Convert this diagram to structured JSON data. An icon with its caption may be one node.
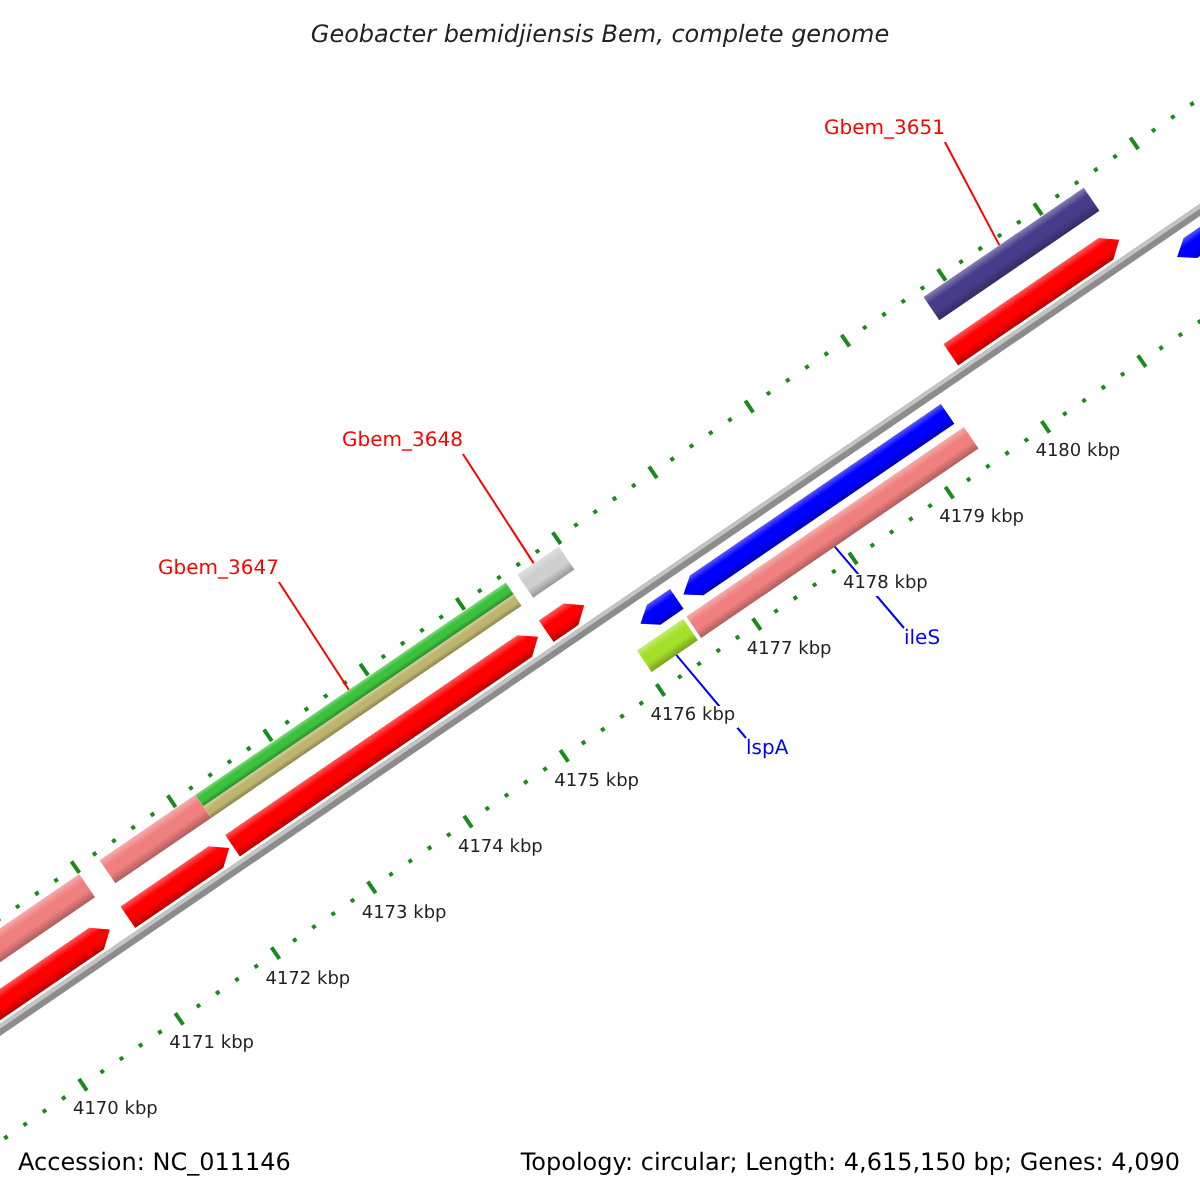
{
  "diagram": {
    "title": "Geobacter bemidjiensis Bem, complete genome",
    "nodes": [
      {
        "text": [
          "Gbem_3651"
        ]
      },
      {
        "text": [],
        "shape": "bar"
      },
      {
        "text": [
          "Gbem_3648"
        ]
      },
      {
        "text": [],
        "shape": "bar"
      },
      {
        "text": [
          "Gbem_3647"
        ]
      },
      {
        "text": [],
        "shape": "bar"
      },
      {
        "text": [
          "ileS"
        ]
      },
      {
        "text": [],
        "shape": "bar"
      },
      {
        "text": [
          "lspA"
        ]
      },
      {
        "text": [],
        "shape": "bar"
      }
    ],
    "edges": [
      {
        "from": 0,
        "to": 1,
        "arrow": "none"
      },
      {
        "from": 2,
        "to": 3,
        "arrow": "none"
      },
      {
        "from": 4,
        "to": 5,
        "arrow": "none"
      },
      {
        "from": 6,
        "to": 7,
        "arrow": "none",
        "color": "#0000ff"
      },
      {
        "from": 8,
        "to": 9,
        "arrow": "none",
        "color": "#0000ff"
      }
    ],
    "labels": [
      "4180 kbp",
      "4179 kbp",
      "4178 kbp",
      "4177 kbp",
      "4176 kbp",
      "4175 kbp",
      "4174 kbp",
      "4173 kbp",
      "4172 kbp",
      "4171 kbp",
      "4170 kbp",
      "Accession: NC_011146",
      "Topology: circular; Length: 4,615,150 bp; Genes: 4,090"
    ]
  }
}
